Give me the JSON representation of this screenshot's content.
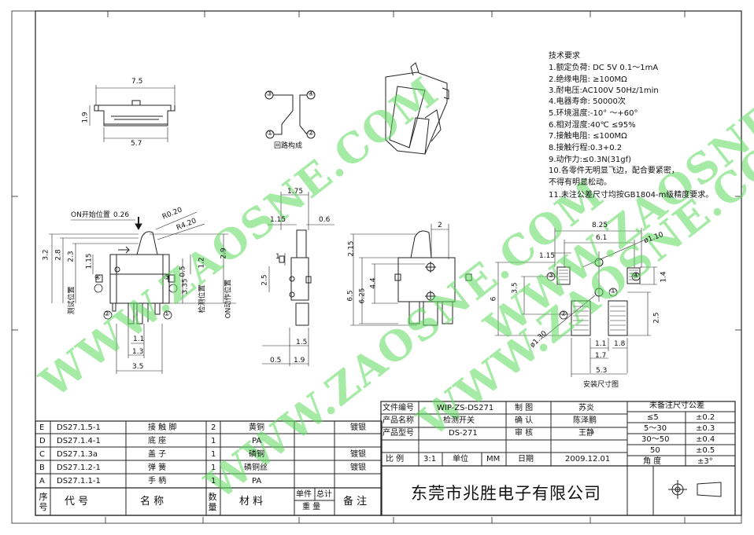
{
  "requirements": {
    "heading": "技术要求",
    "items": [
      "1.额定负荷: DC 5V  0.1～1mA",
      "2.绝缘电阻: ≥100MΩ",
      "3.耐电压:AC100V 50Hz/1min",
      "4.电器寿命: 50000次",
      "5.环境温度:-10° ～+60°",
      "6.相对湿度:40℃  ≤95%",
      "7.接触电阻: ≤100MΩ",
      "8.接触行程:0.3+0.2",
      "9.动作力:≤0.3N(31gf)",
      "10.各零件无明显飞边，配合要紧密，",
      "    不得有明显松动。",
      "11.未注公差尺寸均按GB1804-m级精度要求。"
    ]
  },
  "circuit": {
    "caption": "回路构成",
    "pins": [
      "③",
      "④",
      "①",
      "②"
    ]
  },
  "dims": {
    "top_7_5": "7.5",
    "top_1_9": "1.9",
    "top_5_7": "5.7",
    "on_start": "ON开始位置",
    "d_0_26": "0.26",
    "r020": "R0.20",
    "r420": "R4.20",
    "d_3_2": "3.2",
    "d_2_8": "2.8",
    "d_2_3": "2.3",
    "d_1_15": "1.15",
    "d_1_2": "1.2",
    "d_2_9": "2.9",
    "d_0_5": "0.5",
    "d_3_35": "3.35",
    "test_pos": "测试位置",
    "detect_pos": "检测位置",
    "on_pos": "ON动作位置",
    "d_1_1": "1.1",
    "d_1_3": "1.3",
    "d_3_5": "3.5",
    "s_1_75": "1.75",
    "s_1_15": "1.15",
    "s_0_6": "0.6",
    "s_1": "1",
    "s_2_5": "2.5",
    "s_1_5": "1.5",
    "s_0_5": "0.5",
    "s_1_9": "1.9",
    "f_2": "2",
    "f_2_15": "2.15",
    "f_6_5": "6.5",
    "f_6_25": "6.25",
    "f_4_4": "4.4",
    "p_8_25": "8.25",
    "p_6_1": "6.1",
    "p_phi110": "ø1.10",
    "p_1_15": "1.15",
    "p_3_5": "3.5",
    "p_6": "6",
    "p_1_4": "1.4",
    "p_2_5": "2.5",
    "p_phi130": "ø1.30",
    "p_1_1": "1.1",
    "p_1_8": "1.8",
    "p_1_7": "1.7",
    "p_5_3": "5.3",
    "p_caption": "安装尺寸图"
  },
  "title_block": {
    "file_no_label": "文件编号",
    "file_no": "WIP-ZS-DS271",
    "name_label": "产品名称",
    "name": "检测开关",
    "model_label": "产品型号",
    "model": "DS-271",
    "scale_label": "比  例",
    "scale": "3:1",
    "unit_label": "单位",
    "unit": "MM",
    "drawn_label": "制  图",
    "drawn": "苏炎",
    "confirm_label": "确  认",
    "confirm": "陈泽鹏",
    "review_label": "审  核",
    "review": "王静",
    "date_label": "日期",
    "date": "2009.12.01",
    "company": "东莞市兆胜电子有限公司"
  },
  "tolerance": {
    "heading": "未备注尺寸公差",
    "rows": [
      [
        "≤5",
        "±0.2"
      ],
      [
        "5～30",
        "±0.3"
      ],
      [
        "30～50",
        "±0.4"
      ],
      [
        "50",
        "±0.5"
      ],
      [
        "角  度",
        "±3°"
      ]
    ]
  },
  "bom": {
    "rows": [
      {
        "seq": "E",
        "code": "DS27.1.5-1",
        "name": "接 触 脚",
        "qty": "2",
        "material": "黄铜",
        "note": "镀银"
      },
      {
        "seq": "D",
        "code": "DS27.1.4-1",
        "name": "底    座",
        "qty": "1",
        "material": "PA",
        "note": ""
      },
      {
        "seq": "C",
        "code": "DS27.1.3a",
        "name": "盖    子",
        "qty": "1",
        "material": "磷铜",
        "note": "镀银"
      },
      {
        "seq": "B",
        "code": "DS27.1.2-1",
        "name": "弹    簧",
        "qty": "1",
        "material": "磷铜丝",
        "note": "镀银"
      },
      {
        "seq": "A",
        "code": "DS27.1.1-1",
        "name": "手    柄",
        "qty": "1",
        "material": "PA",
        "note": ""
      }
    ],
    "header": {
      "seq": "序号",
      "code": "代    号",
      "name": "名    称",
      "qty": "数量",
      "material": "材    料",
      "unit_w": "单件",
      "total_w": "总计",
      "weight": "重  量",
      "note": "备  注"
    }
  },
  "watermark": "WWW.ZAOSNE.COM"
}
